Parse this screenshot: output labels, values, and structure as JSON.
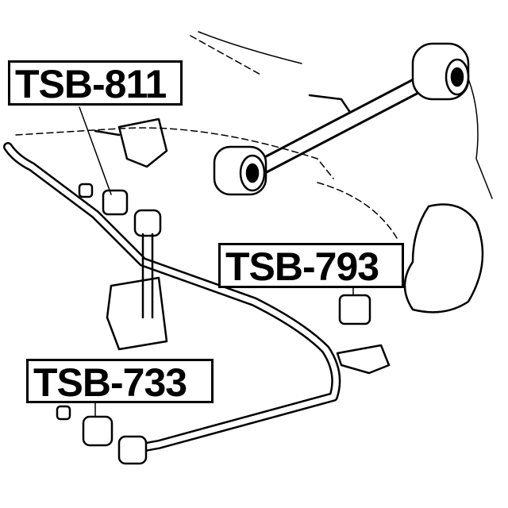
{
  "labels": {
    "upper_left": "TSB-811",
    "right": "TSB-793",
    "lower_left": "TSB-733"
  },
  "colors": {
    "line": "#000000",
    "background": "#ffffff"
  }
}
